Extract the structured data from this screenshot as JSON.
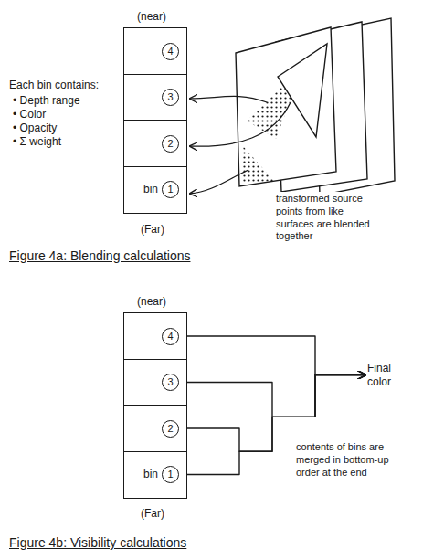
{
  "diagram": {
    "nodes": [
      {
        "text": [
          "4"
        ]
      },
      {
        "text": [
          "3"
        ]
      },
      {
        "text": [
          "2"
        ]
      },
      {
        "text": [
          "bin",
          "1"
        ]
      },
      {
        "text": [
          "4"
        ]
      },
      {
        "text": [
          "3"
        ]
      },
      {
        "text": [
          "2"
        ]
      },
      {
        "text": [
          "bin",
          "1"
        ]
      },
      {
        "text": [
          "Final color"
        ]
      }
    ],
    "edges": [
      {
        "from": 4,
        "to": 8,
        "arrow": "to"
      },
      {
        "from": 5,
        "to": 8,
        "arrow": "to"
      },
      {
        "from": 6,
        "to": 8,
        "arrow": "to"
      },
      {
        "from": 7,
        "to": 8,
        "arrow": "to"
      }
    ],
    "labels": [
      "(near)",
      "(Far)",
      "Each bin contains:",
      "• Depth range",
      "• Color",
      "• Opacity",
      "• Σ weight",
      "transformed source points from like surfaces are blended together",
      "Figure 4a: Blending calculations",
      "(near)",
      "(Far)",
      "contents of bins are merged in bottom-up order at the end",
      "Figure 4b: Visibility calculations"
    ]
  }
}
